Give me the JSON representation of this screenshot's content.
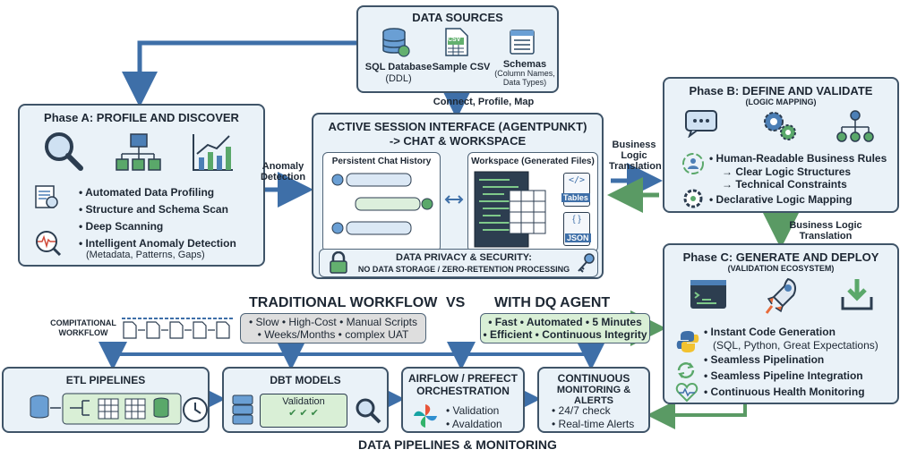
{
  "data_sources": {
    "title": "DATA SOURCES",
    "items": [
      {
        "label": "SQL Database",
        "sub": "(DDL)"
      },
      {
        "label": "Sample CSV",
        "sub": ""
      },
      {
        "label": "Schemas",
        "sub": "(Column Names, Data Types)"
      }
    ],
    "csv_tag": "CSV"
  },
  "flow_labels": {
    "connect": "Connect, Profile, Map",
    "anomaly": "Anomaly Detection",
    "business": "Business Logic Translation",
    "business2": "Business Logic Translation"
  },
  "phase_a": {
    "title": "Phase A: PROFILE AND DISCOVER",
    "bullets": [
      "Automated Data Profiling",
      "Structure and Schema Scan",
      "Deep Scanning",
      "Intelligent Anomaly Detection"
    ],
    "note": "(Metadata, Patterns, Gaps)"
  },
  "session": {
    "title_line1": "ACTIVE SESSION INTERFACE (AGENTPUNKT)",
    "title_line2": "-> CHAT & WORKSPACE",
    "chat_title": "Persistent Chat History",
    "workspace_title": "Workspace (Generated Files)",
    "tables_tag": "Tables",
    "json_tag": "JSON",
    "privacy_line1": "DATA PRIVACY & SECURITY:",
    "privacy_line2": "NO DATA STORAGE / ZERO-RETENTION PROCESSING"
  },
  "phase_b": {
    "title": "Phase B: DEFINE AND VALIDATE",
    "subtitle": "(LOGIC MAPPING)",
    "bullet1": "Human-Readable Business Rules",
    "sub1": "→ Clear Logic Structures",
    "sub2": "→ Technical Constraints",
    "bullet2": "Declarative Logic Mapping"
  },
  "phase_c": {
    "title": "Phase C: GENERATE AND DEPLOY",
    "subtitle": "(VALIDATION ECOSYSTEM)",
    "bullet1": "Instant Code Generation",
    "note1": "(SQL, Python, Great Expectations)",
    "bullet2": "Seamless Pipelination",
    "bullet3": "Seamless Pipeline Integration",
    "bullet4": "Continuous Health Monitoring"
  },
  "comparison": {
    "traditional_title": "TRADITIONAL WORKFLOW",
    "vs": "VS",
    "agent_title": "WITH DQ AGENT",
    "workflow_label": "COMPITATIONAL WORKFLOW",
    "trad_line1": "• Slow  • High-Cost  • Manual Scripts",
    "trad_line2": "• Weeks/Months  • complex UAT",
    "agent_line1": "• Fast  • Automated  • 5 Minutes",
    "agent_line2": "• Efficient  • Continuous Integrity"
  },
  "pipelines": {
    "etl": "ETL PIPELINES",
    "dbt": "DBT MODELS",
    "dbt_validation": "Validation",
    "airflow_line1": "AIRFLOW / PREFECT",
    "airflow_line2": "ORCHESTRATION",
    "airflow_b1": "• Validation",
    "airflow_b2": "• Avaldation",
    "mon_line1": "CONTINUOUS",
    "mon_line2": "MONITORING & ALERTS",
    "mon_b1": "• 24/7 check",
    "mon_b2": "• Real-time Alerts",
    "footer": "DATA PIPELINES & MONITORING"
  },
  "colors": {
    "box_fill": "#eaf2f8",
    "border": "#3f5468",
    "arrow_blue": "#3e6fa8",
    "arrow_green": "#5a9a64",
    "grey_panel": "#dedede",
    "green_panel": "#d9efd6"
  }
}
